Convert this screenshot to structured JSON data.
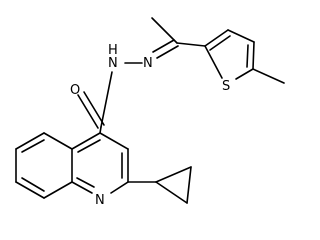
{
  "atoms": {
    "o": "O",
    "n1": "N",
    "n1_h": "H",
    "n2": "N",
    "s": "S",
    "n_ring": "N"
  }
}
